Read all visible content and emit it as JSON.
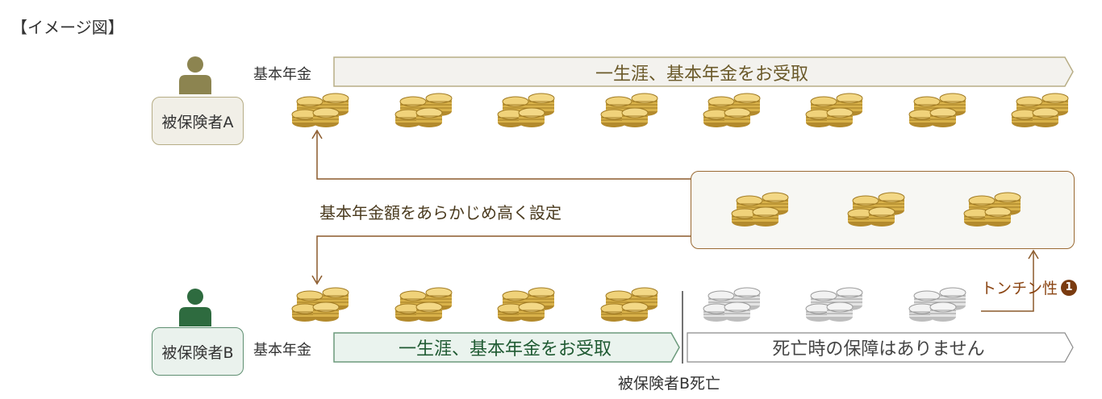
{
  "title": "【イメージ図】",
  "person_a": {
    "label": "被保険者A",
    "annuity_label": "基本年金",
    "bar_text": "一生涯、基本年金をお受取",
    "color": "#8c8450"
  },
  "person_b": {
    "label": "被保険者B",
    "annuity_label": "基本年金",
    "bar_text": "一生涯、基本年金をお受取",
    "color": "#2e6b3f",
    "death_text": "死亡時の保障はありません",
    "death_caption": "被保険者B死亡"
  },
  "caption": "基本年金額をあらかじめ高く設定",
  "tontine": {
    "label": "トンチン性",
    "number": "1"
  },
  "colors": {
    "gold": "#d9b24a",
    "gold_dark": "#a07a22",
    "silver": "#dcdcdc",
    "silver_dark": "#9a9a9a",
    "bar_a_fill": "#f3f2ee",
    "bar_a_stroke": "#b8ae86",
    "bar_b_fill": "#eaf3ee",
    "bar_b_stroke": "#6c9a7c",
    "arrow": "#8b5a2b"
  }
}
